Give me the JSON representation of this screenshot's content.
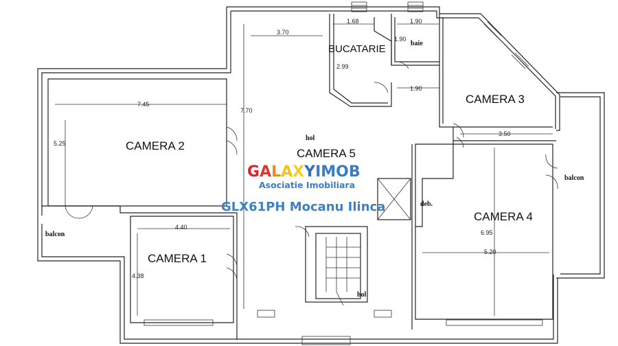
{
  "rooms": {
    "camera1": "CAMERA 1",
    "camera2": "CAMERA 2",
    "camera3": "CAMERA 3",
    "camera4": "CAMERA 4",
    "camera5": "CAMERA 5",
    "bucatarie": "BUCATARIE",
    "baie": "baie",
    "hol_top": "hol",
    "hol_bottom": "hol",
    "balcon_left": "balcon",
    "balcon_right": "balcon",
    "debara": "deb."
  },
  "dimensions": {
    "hall_width": "3.70",
    "kitchen_width": "1.68",
    "bath_width": "1.90",
    "bath_height": "1.90",
    "kitchen_height": "2.99",
    "corridor_width": "1.90",
    "camera2_width": "7.45",
    "camera2_height": "5.25",
    "camera5_height": "7.70",
    "camera3_width": "3.50",
    "camera1_width": "4.40",
    "camera1_height": "4.38",
    "camera4_height": "6.95",
    "camera4_width": "5.20"
  },
  "watermark": {
    "brand": "GALAXYIMOB",
    "brand_colors": [
      "#d7262e",
      "#e0362a",
      "#f08a1c",
      "#f5c21a",
      "#f1d01c",
      "#2f6fbf",
      "#3a7dc5",
      "#3a7dc5",
      "#3a7dc5",
      "#3a7dc5"
    ],
    "subtitle": "Asociatie Imobiliara",
    "agent": "GLX61PH Mocanu Ilinca"
  }
}
